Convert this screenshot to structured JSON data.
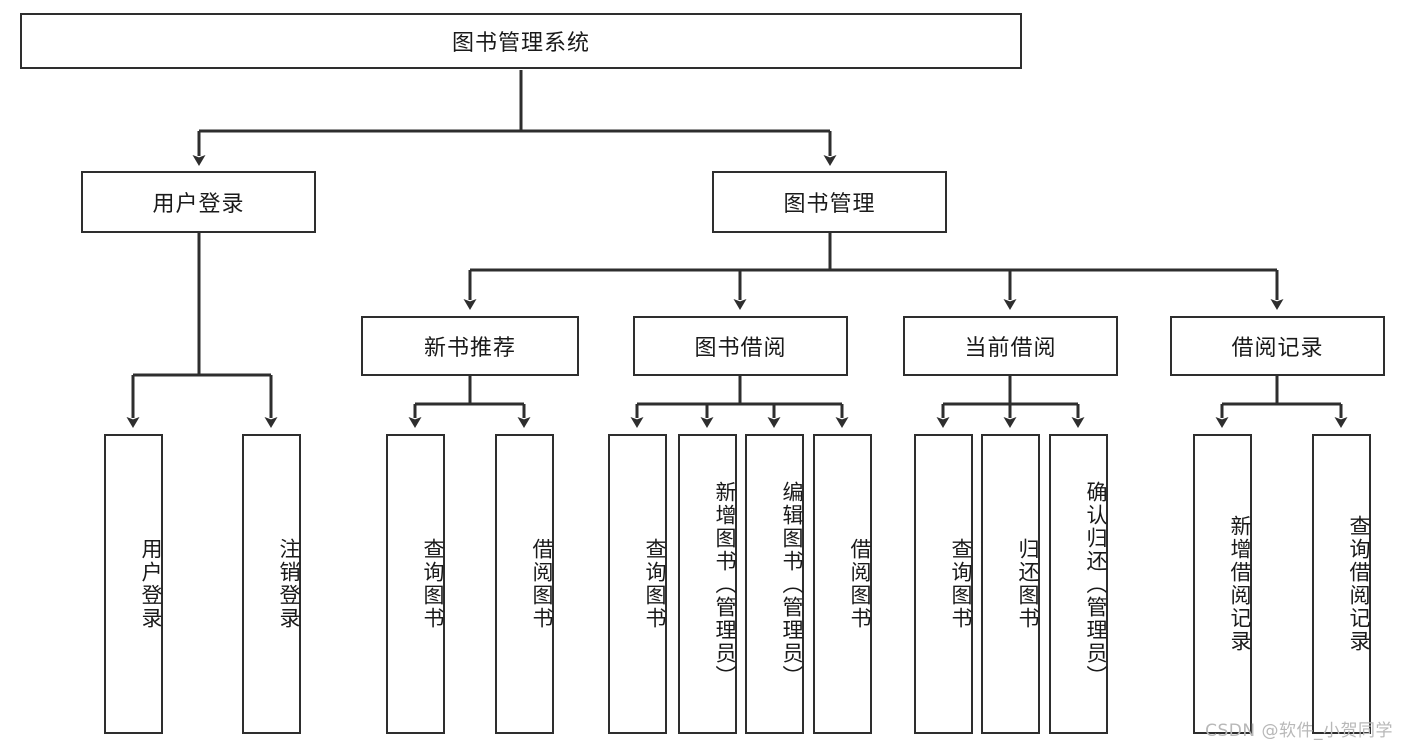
{
  "diagram": {
    "title": "图书管理系统",
    "type": "tree",
    "watermark": "CSDN @软件_小贺同学",
    "colors": {
      "stroke": "#2e2e2e",
      "fill": "#ffffff",
      "text": "#1a1a1a",
      "watermark": "#b8b8b8"
    },
    "levels": {
      "root": {
        "label": "图书管理系统"
      },
      "level2": [
        {
          "label": "用户登录"
        },
        {
          "label": "图书管理"
        }
      ],
      "level3": [
        {
          "label": "新书推荐"
        },
        {
          "label": "图书借阅"
        },
        {
          "label": "当前借阅"
        },
        {
          "label": "借阅记录"
        }
      ],
      "leaves": {
        "user_login": [
          {
            "label": "用户登录"
          },
          {
            "label": "注销登录"
          }
        ],
        "new_book_recommend": [
          {
            "label": "查询图书"
          },
          {
            "label": "借阅图书"
          }
        ],
        "book_borrow": [
          {
            "label": "查询图书"
          },
          {
            "label": "新增图书（管理员）"
          },
          {
            "label": "编辑图书（管理员）"
          },
          {
            "label": "借阅图书"
          }
        ],
        "current_borrow": [
          {
            "label": "查询图书"
          },
          {
            "label": "归还图书"
          },
          {
            "label": "确认归还（管理员）"
          }
        ],
        "borrow_records": [
          {
            "label": "新增借阅记录"
          },
          {
            "label": "查询借阅记录"
          }
        ]
      }
    }
  }
}
